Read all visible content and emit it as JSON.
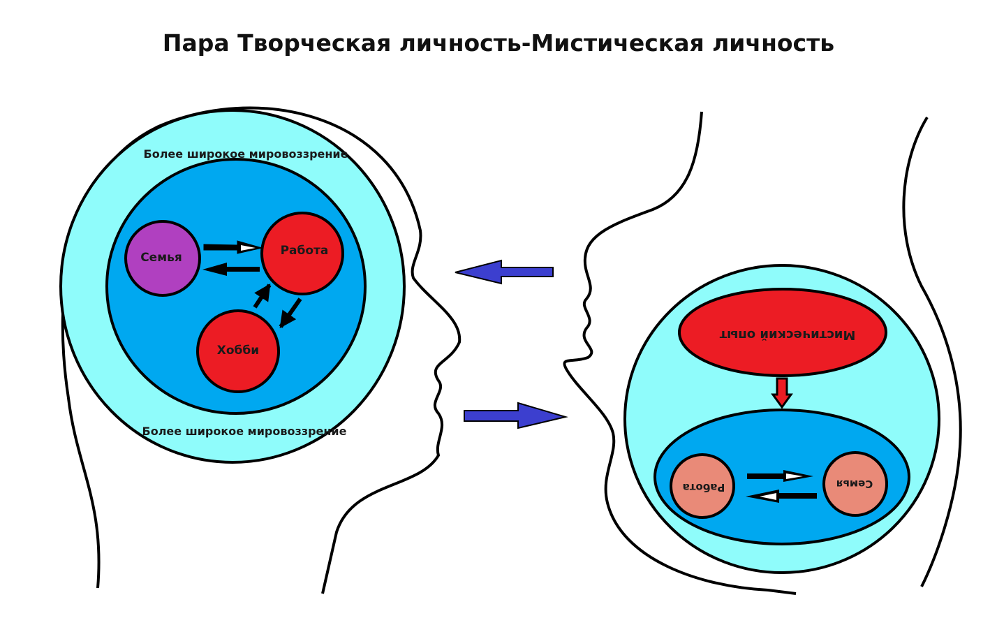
{
  "title": "Пара Творческая личность-Мистическая личность",
  "left_person": {
    "outer_label_top": "Более широкое мировоззрение",
    "outer_label_bottom": "Более широкое мировоззрение",
    "family": "Семья",
    "work": "Работа",
    "hobby": "Хобби"
  },
  "right_person": {
    "mystic": "Мистический опыт",
    "work": "Работа",
    "family": "Семья"
  },
  "colors": {
    "cyan": "#8ffcfb",
    "blue": "#00a8f0",
    "red": "#ec1c24",
    "purple": "#b040c0",
    "salmon": "#e98a78",
    "arrow_blue": "#3c3fcf"
  }
}
